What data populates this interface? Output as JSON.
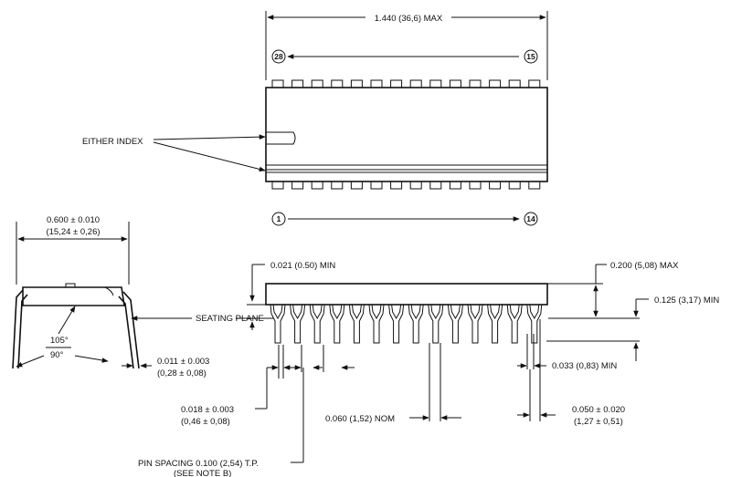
{
  "top_view": {
    "overall_length": "1.440 (36,6) MAX",
    "pin_28": "28",
    "pin_15": "15",
    "pin_1": "1",
    "pin_14": "14",
    "index_label": "EITHER INDEX"
  },
  "end_view": {
    "width": "0.600 ± 0.010",
    "width_mm": "(15,24 ± 0,26)",
    "angle_max": "105°",
    "angle_min": "90°",
    "lead_thickness": "0.011 ± 0.003",
    "lead_thickness_mm": "(0,28 ± 0,08)",
    "seating_plane": "SEATING PLANE"
  },
  "side_view": {
    "standoff": "0.021 (0.50) MIN",
    "height": "0.200 (5,08) MAX",
    "lead_length": "0.125 (3,17) MIN",
    "shoulder_width": "0.033 (0,83) MIN",
    "lead_width": "0.018 ± 0.003",
    "lead_width_mm": "(0,46 ± 0,08)",
    "shoulder_nom": "0.060 (1,52) NOM",
    "end_lead": "0.050 ± 0.020",
    "end_lead_mm": "(1,27 ± 0,51)",
    "pin_spacing": "PIN SPACING 0.100 (2,54) T.P.",
    "note": "(SEE NOTE B)"
  }
}
